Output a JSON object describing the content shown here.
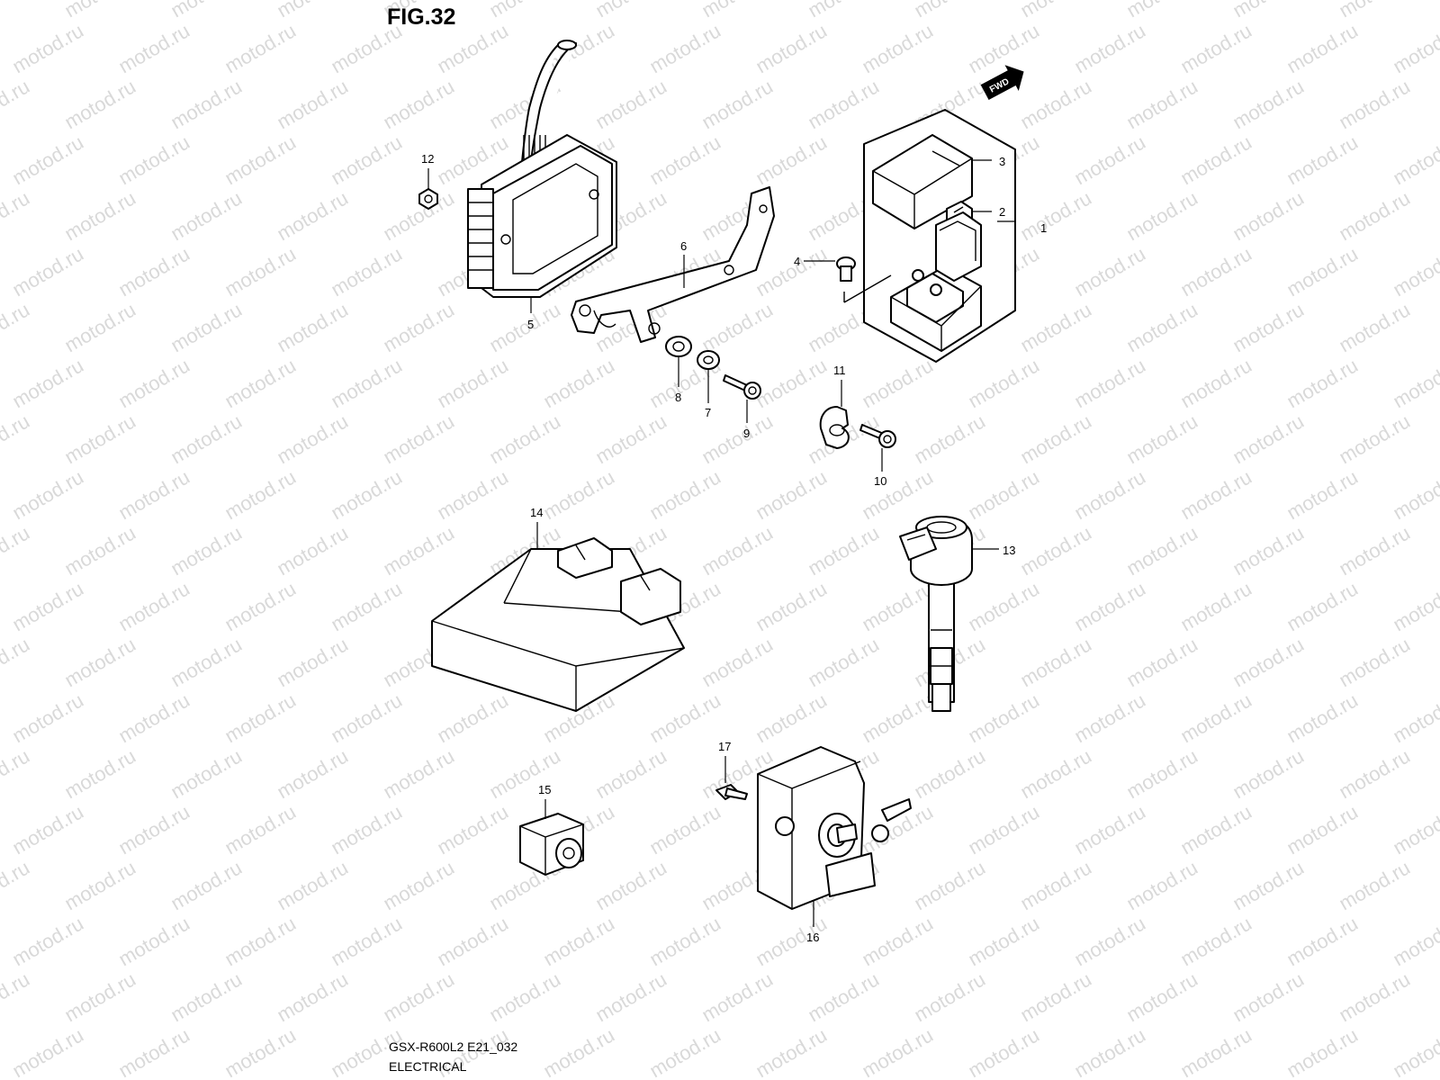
{
  "figure": {
    "title": "FIG.32",
    "model_code": "GSX-R600L2 E21_032",
    "section": "ELECTRICAL",
    "direction_badge": "FWD"
  },
  "watermark": {
    "text": "motod.ru"
  },
  "callouts": [
    "1",
    "2",
    "3",
    "4",
    "5",
    "6",
    "7",
    "8",
    "9",
    "10",
    "11",
    "12",
    "13",
    "14",
    "15",
    "16",
    "17"
  ],
  "colors": {
    "line": "#000000",
    "watermark": "#d9d9d9",
    "background": "#ffffff"
  }
}
